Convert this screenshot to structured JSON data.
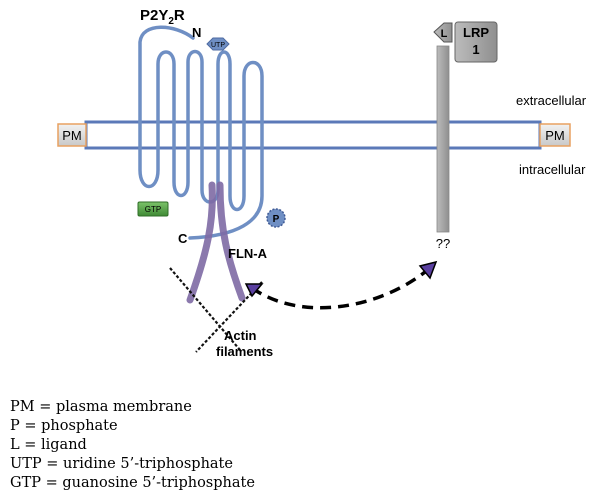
{
  "labels": {
    "receptor": "P2Y",
    "receptor_sub": "2",
    "receptor_suffix": "R",
    "n_term": "N",
    "c_term": "C",
    "utp": "UTP",
    "gtp": "GTP",
    "phosphate": "P",
    "fln": "FLN-A",
    "actin_1": "Actin",
    "actin_2": "filaments",
    "pm_left": "PM",
    "pm_right": "PM",
    "extracellular": "extracellular",
    "intracellular": "intracellular",
    "ligand": "L",
    "lrp_1": "LRP",
    "lrp_2": "1",
    "unknown": "??"
  },
  "legend": [
    "PM = plasma membrane",
    "P = phosphate",
    "L = ligand",
    "UTP = uridine 5’-triphosphate",
    "GTP = guanosine 5’-triphosphate"
  ],
  "colors": {
    "receptor_line": "#6f8fc4",
    "membrane_line": "#5b79b8",
    "filamin": "#7f6ba5",
    "pm_box_fill": "#dcdcdc",
    "pm_box_border": "#e8a160",
    "gtp_fill": "#58a54a",
    "utp_fill": "#6f8fc4",
    "lrp_fill": "#aaaaaa"
  },
  "icons": {
    "phosphate": "phosphate-circle-icon",
    "actin": "chain-link-filament-icon",
    "arrow": "dashed-curved-arrow-icon"
  }
}
